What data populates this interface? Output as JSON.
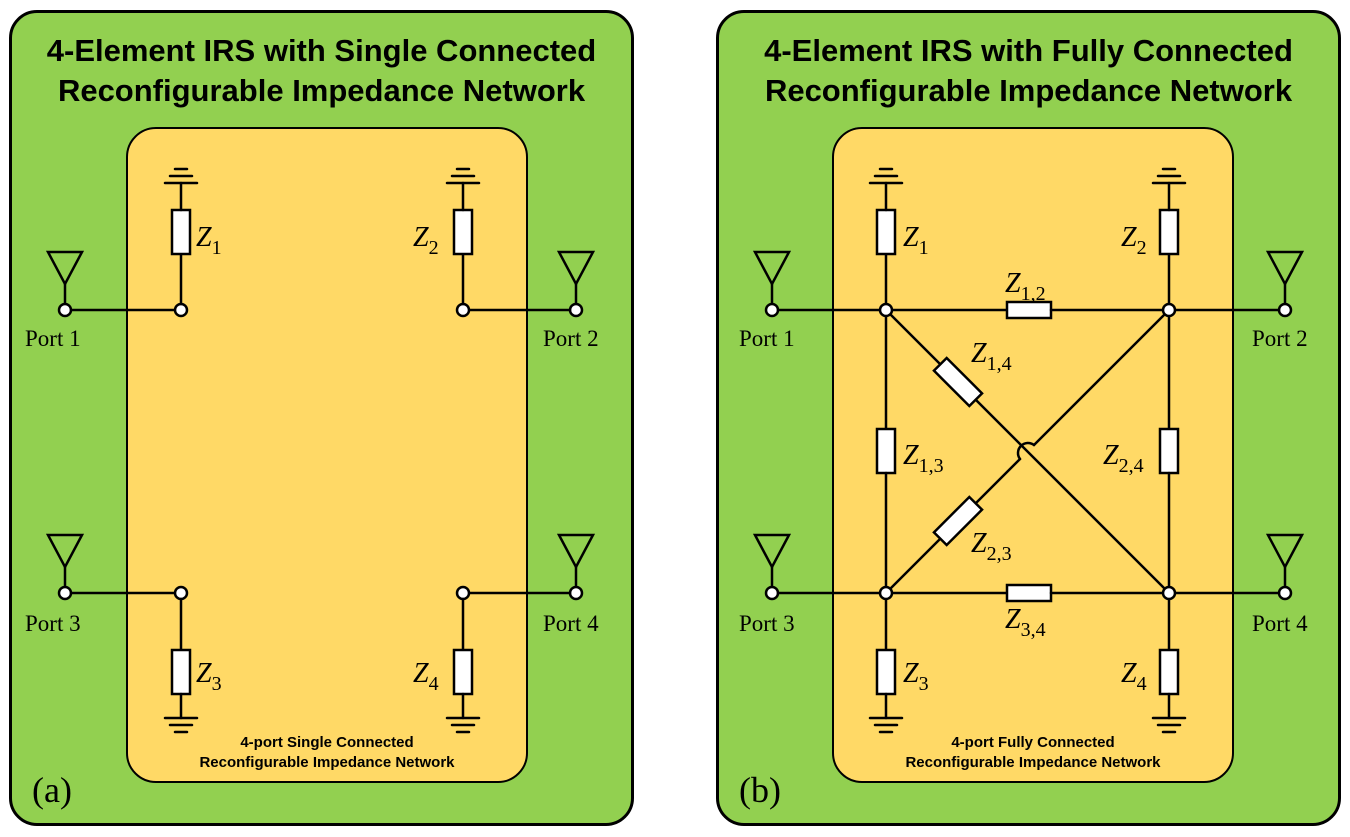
{
  "panel_a": {
    "title_line1": "4-Element IRS with Single Connected",
    "title_line2": "Reconfigurable Impedance Network",
    "network_line1": "4-port Single Connected",
    "network_line2": "Reconfigurable Impedance Network",
    "letter": "(a)",
    "ports": [
      "Port 1",
      "Port 2",
      "Port 3",
      "Port 4"
    ],
    "impedances": [
      {
        "sym": "Z",
        "sub": "1"
      },
      {
        "sym": "Z",
        "sub": "2"
      },
      {
        "sym": "Z",
        "sub": "3"
      },
      {
        "sym": "Z",
        "sub": "4"
      }
    ]
  },
  "panel_b": {
    "title_line1": "4-Element IRS with Fully Connected",
    "title_line2": "Reconfigurable Impedance Network",
    "network_line1": "4-port Fully Connected",
    "network_line2": "Reconfigurable Impedance Network",
    "letter": "(b)",
    "ports": [
      "Port 1",
      "Port 2",
      "Port 3",
      "Port 4"
    ],
    "impedances": [
      {
        "sym": "Z",
        "sub": "1"
      },
      {
        "sym": "Z",
        "sub": "2"
      },
      {
        "sym": "Z",
        "sub": "3"
      },
      {
        "sym": "Z",
        "sub": "4"
      },
      {
        "sym": "Z",
        "sub": "1,2"
      },
      {
        "sym": "Z",
        "sub": "1,4"
      },
      {
        "sym": "Z",
        "sub": "1,3"
      },
      {
        "sym": "Z",
        "sub": "2,4"
      },
      {
        "sym": "Z",
        "sub": "2,3"
      },
      {
        "sym": "Z",
        "sub": "3,4"
      }
    ]
  }
}
